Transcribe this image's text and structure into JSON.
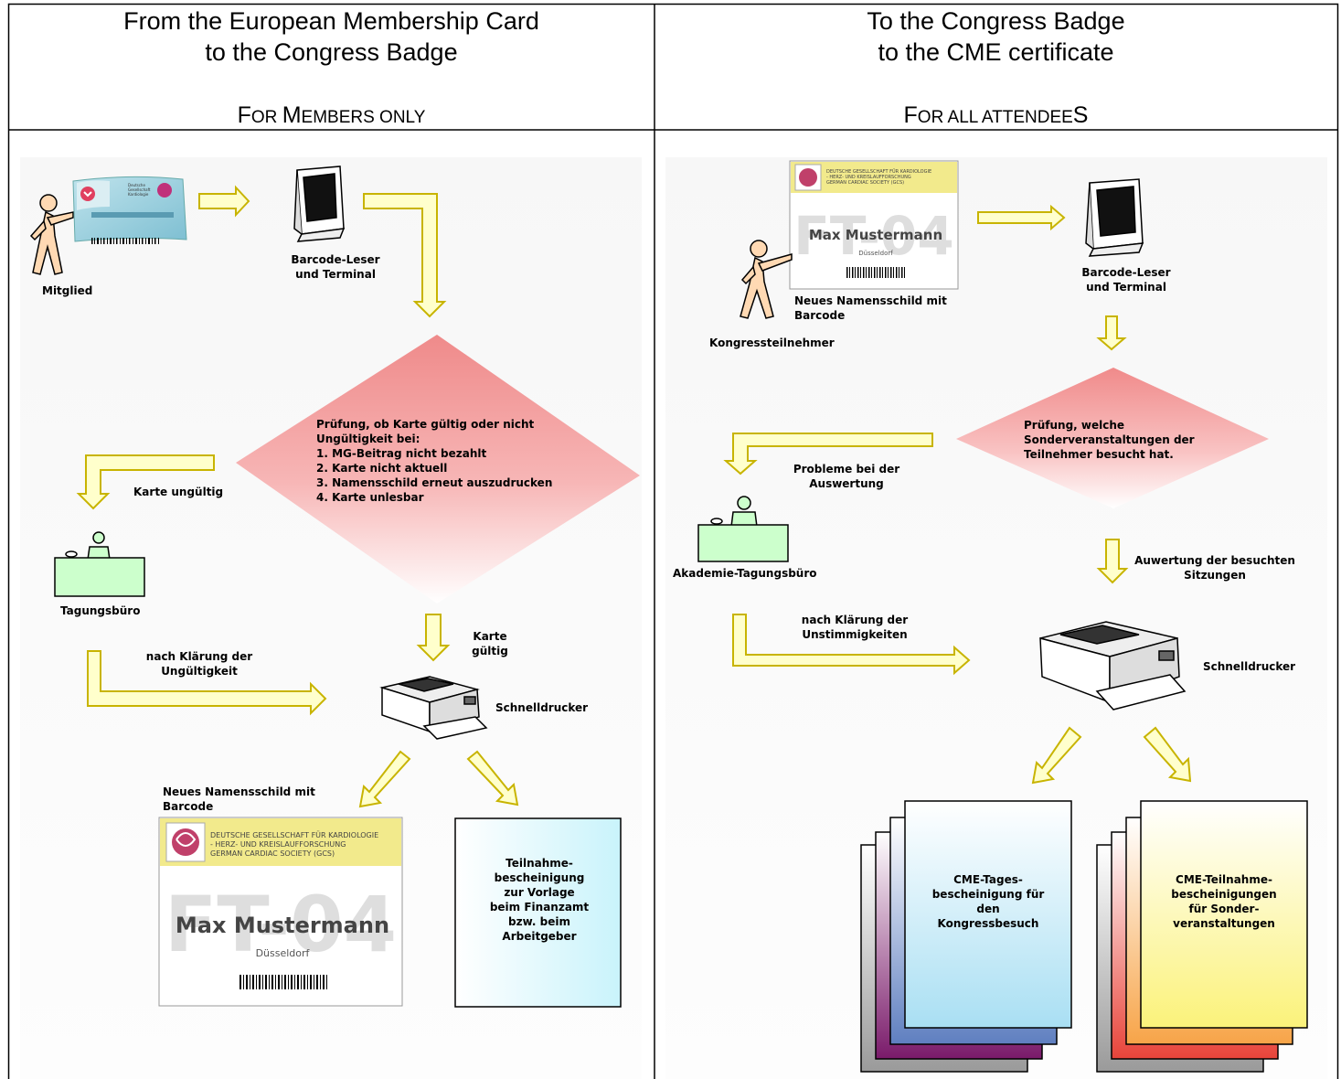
{
  "left": {
    "title_line1": "From the European Membership Card",
    "title_line2": "to the Congress Badge",
    "subtitle_parts": [
      "F",
      "OR ",
      "M",
      "EMBERS ONLY"
    ],
    "labels": {
      "member": "Mitglied",
      "reader": "Barcode-Leser\nund Terminal",
      "check": "Prüfung, ob Karte gültig oder nicht\n   Ungültigkeit bei:\n   1. MG-Beitrag nicht bezahlt\n   2. Karte nicht aktuell\n   3. Namensschild erneut auszudrucken\n   4. Karte unlesbar",
      "invalid": "Karte ungültig",
      "office": "Tagungsbüro",
      "valid": "Karte\ngültig",
      "clarify": "nach Klärung der\nUngültigkeit",
      "printer": "Schnelldrucker",
      "newbadge": "Neues Namensschild mit\nBarcode",
      "cert": "Teilnahme-\nbescheinigung\nzur Vorlage\nbeim Finanzamt\nbzw. beim\nArbeitgeber"
    },
    "badge": {
      "org1": "DEUTSCHE GESELLSCHAFT FÜR KARDIOLOGIE",
      "org2": "- HERZ- UND KREISLAUFFORSCHUNG",
      "org3": "GERMAN CARDIAC SOCIETY (GCS)",
      "watermark": "FT-04",
      "name": "Max Mustermann",
      "city": "Düsseldorf"
    },
    "card": {
      "text1": "Deutsche",
      "text2": "Gesellschaft",
      "text3": "Kardiologie"
    }
  },
  "right": {
    "title_line1": "To the Congress Badge",
    "title_line2": "to the CME certificate",
    "subtitle_parts": [
      "F",
      "OR ALL ATTENDEE",
      "S"
    ],
    "labels": {
      "attendee": "Kongressteilnehmer",
      "newbadge": "Neues Namensschild mit\nBarcode",
      "reader": "Barcode-Leser\nund Terminal",
      "check": "Prüfung, welche\nSonderveranstaltungen der\nTeilnehmer besucht hat.",
      "problems": "Probleme bei der\nAuswertung",
      "office": "Akademie-Tagungsbüro",
      "evaluation": "Auwertung der besuchten\nSitzungen",
      "clarify": "nach Klärung der\nUnstimmigkeiten",
      "printer": "Schnelldrucker",
      "cert1": "CME-Tages-\nbescheinigung für\nden\nKongressbesuch",
      "cert2": "CME-Teilnahme-\nbescheinigungen\nfür Sonder-\nveranstaltungen"
    },
    "badge": {
      "org1": "DEUTSCHE GESELLSCHAFT FÜR KARDIOLOGIE",
      "org2": "- HERZ- UND KREISLAUFFORSCHUNG",
      "org3": "GERMAN CARDIAC SOCIETY (GCS)",
      "watermark": "FT-04",
      "name": "Max Mustermann",
      "city": "Düsseldorf"
    }
  },
  "colors": {
    "arrow_fill": "#ffffcc",
    "arrow_stroke": "#c8b400",
    "diamond_top": "#f7a3a3",
    "diamond_bottom": "#ffffff",
    "desk": "#ccffcc",
    "person": "#ffd9b3",
    "badge_header": "#f2ea8c",
    "card": "#9fd2e0"
  }
}
